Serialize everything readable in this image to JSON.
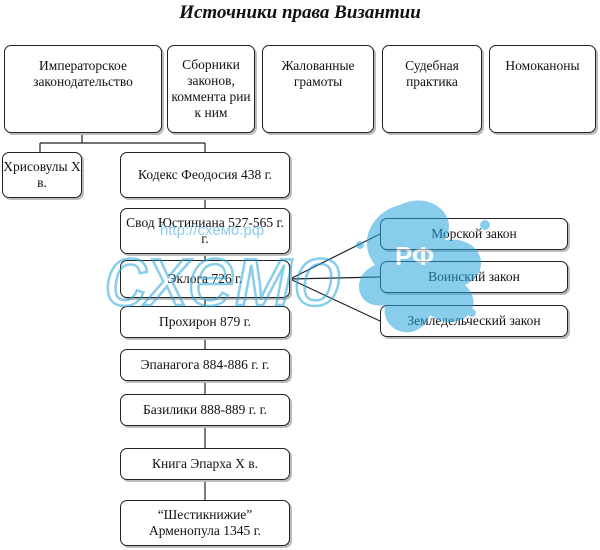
{
  "title": "Источники права Византии",
  "sources": [
    "Императорское законодательство",
    "Сборники законов, коммента рии к ним",
    "Жалованные грамоты",
    "Судебная практика",
    "Номоканоны"
  ],
  "chrysobulls": "Хрисовулы X в.",
  "codes": [
    "Кодекс Феодосия 438 г.",
    "Свод Юстиниана 527-565 г. г.",
    "Эклога 726 г.",
    "Прохирон 879 г.",
    "Эпанагога 884-886 г. г.",
    "Базилики 888-889 г. г.",
    "Книга Эпарха X в.",
    "“Шестикнижие” Арменопула 1345 г."
  ],
  "ecloga_laws": [
    "Морской закон",
    "Воинский закон",
    "Земледельческий закон"
  ],
  "watermark": {
    "url": "http://схемо.рф",
    "brand": "схемо",
    "tld": "РФ",
    "color": "#2aa6e0"
  }
}
